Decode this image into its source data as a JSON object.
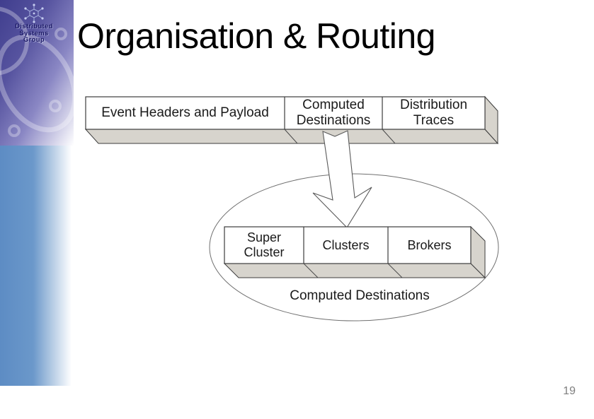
{
  "slide": {
    "title": "Organisation & Routing",
    "page_number": "19"
  },
  "logo": {
    "line1": "Distributed",
    "line2": "Systems",
    "line3": "Group"
  },
  "diagram": {
    "top_bar": {
      "segments": [
        "Event Headers and Payload",
        "Computed\nDestinations",
        "Distribution\nTraces"
      ]
    },
    "bottom_bar": {
      "segments": [
        "Super\nCluster",
        "Clusters",
        "Brokers"
      ]
    },
    "ellipse_label": "Computed Destinations"
  },
  "colors": {
    "face": "#ffffff",
    "side": "#d7d4cd",
    "edge": "#3c3c3c",
    "thin": "#707070",
    "text": "#1a1a1a",
    "title": "#000000",
    "page": "#7f7f7f",
    "blue": "#5d8cc4",
    "purple-dark": "#403e8e",
    "purple-mid": "#56539f",
    "logo-text": "#191663",
    "logo-icon": "#a9b3e0"
  }
}
